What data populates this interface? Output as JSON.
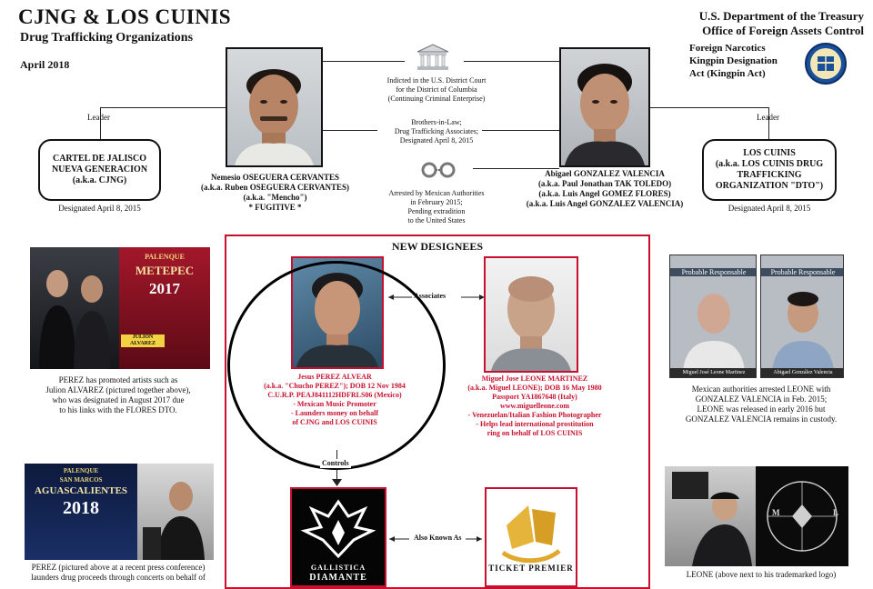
{
  "header": {
    "title": "CJNG & LOS CUINIS",
    "subtitle": "Drug Trafficking Organizations",
    "date": "April 2018",
    "agency_line1": "U.S. Department of the Treasury",
    "agency_line2": "Office of Foreign Assets Control",
    "act_line1": "Foreign Narcotics",
    "act_line2": "Kingpin Designation",
    "act_line3": "Act (Kingpin Act)"
  },
  "left_org": {
    "leader_label": "Leader",
    "name_line1": "CARTEL DE JALISCO",
    "name_line2": "NUEVA GENERACION",
    "name_line3": "(a.k.a. CJNG)",
    "designated": "Designated April 8, 2015"
  },
  "right_org": {
    "leader_label": "Leader",
    "name_line1": "LOS CUINIS",
    "name_line2": "(a.k.a. LOS CUINIS DRUG",
    "name_line3": "TRAFFICKING",
    "name_line4": "ORGANIZATION \"DTO\")",
    "designated": "Designated April 8, 2015"
  },
  "mencho": {
    "name": "Nemesio OSEGUERA CERVANTES",
    "aka1": "(a.k.a. Ruben OSEGUERA CERVANTES)",
    "aka2": "(a.k.a. \"Mencho\")",
    "status": "* FUGITIVE *"
  },
  "gonzalez": {
    "name": "Abigael GONZALEZ VALENCIA",
    "aka1": "(a.k.a. Paul Jonathan TAK TOLEDO)",
    "aka2": "(a.k.a. Luis Angel GOMEZ FLORES)",
    "aka3": "(a.k.a. Luis Angel GONZALEZ VALENCIA)"
  },
  "center": {
    "court_line1": "Indicted in the U.S. District Court",
    "court_line2": "for the District of Columbia",
    "court_line3": "(Continuing Criminal Enterprise)",
    "inlaws_line1": "Brothers-in-Law;",
    "inlaws_line2": "Drug Trafficking Associates;",
    "inlaws_line3": "Designated April 8, 2015",
    "arrest_line1": "Arrested by Mexican Authorities",
    "arrest_line2": "in February 2015;",
    "arrest_line3": "Pending extradition",
    "arrest_line4": "to the United States"
  },
  "new_designees": {
    "heading": "NEW DESIGNEES",
    "associates_label": "Associates",
    "controls_label": "Controls",
    "aka_label": "Also Known As",
    "perez": {
      "line1": "Jesus PEREZ ALVEAR",
      "line2": "(a.k.a. \"Chucho PEREZ\"); DOB 12 Nov 1984",
      "line3": "C.U.R.P. PEAJ841112HDFRLS06 (Mexico)",
      "line4": "- Mexican Music Promoter",
      "line5": "- Launders money on behalf",
      "line6": "of CJNG and LOS CUINIS"
    },
    "leone": {
      "line1": "Miguel Jose LEONE MARTINEZ",
      "line2": "(a.k.a. Miguel LEONE); DOB 16 May 1980",
      "line3": "Passport YA1867648 (Italy)",
      "line4": "www.miguelleone.com",
      "line5": "- Venezuelan/Italian Fashion Photographer",
      "line6": "- Helps lead international prostitution",
      "line7": "ring on behalf of LOS CUINIS"
    },
    "logo_left_word": "GALLISTICA",
    "logo_left_word2": "DIAMANTE",
    "logo_right_word": "TICKET PREMIER"
  },
  "left_col": {
    "poster1_top": "PALENQUE",
    "poster1_main": "METEPEC",
    "poster1_year": "2017",
    "poster1_tag": "JULION ALVAREZ",
    "caption1_line1": "PEREZ has promoted artists such as",
    "caption1_line2": "Julion ALVAREZ (pictured together above),",
    "caption1_line3": "who was designated in August 2017 due",
    "caption1_line4": "to his links with the FLORES DTO.",
    "poster2_top": "PALENQUE",
    "poster2_sub": "SAN MARCOS",
    "poster2_main": "AGUASCALIENTES",
    "poster2_year": "2018",
    "caption2_line1": "PEREZ (pictured above at a recent press conference)",
    "caption2_line2": "launders drug proceeds through concerts on behalf of"
  },
  "right_col": {
    "mug_label": "Probable Responsable",
    "mug1_name": "Miguel José Leone Martinez",
    "mug2_name": "Abigael González Valencia",
    "caption1_line1": "Mexican authorities arrested LEONE with",
    "caption1_line2": "GONZALEZ VALENCIA in Feb. 2015;",
    "caption1_line3": "LEONE was released in early 2016 but",
    "caption1_line4": "GONZALEZ VALENCIA remains in custody.",
    "logo_letters": "M  L",
    "caption2": "LEONE (above next to his trademarked logo)"
  },
  "colors": {
    "accent_red": "#c8102e",
    "seal_blue": "#1a4f9c",
    "poster_red": "#b0182a"
  }
}
